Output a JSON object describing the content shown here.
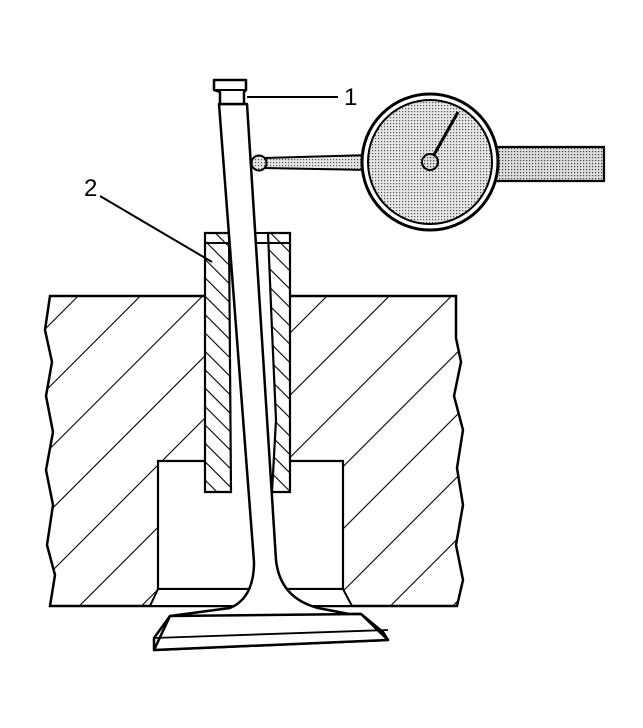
{
  "callouts": [
    {
      "id": "1",
      "label": "1"
    },
    {
      "id": "2",
      "label": "2"
    }
  ],
  "colors": {
    "line": "#000000",
    "background": "#ffffff",
    "gauge_fill": "#c8c8c8"
  }
}
